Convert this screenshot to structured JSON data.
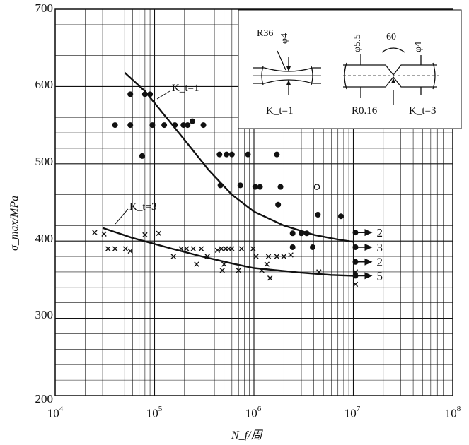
{
  "chart_data": {
    "type": "scatter",
    "xlabel": "N_f/周",
    "ylabel": "σ_max/MPa",
    "x_scale": "log",
    "xlim": [
      10000,
      100000000
    ],
    "ylim": [
      200,
      700
    ],
    "y_ticks": [
      "200",
      "300",
      "400",
      "500",
      "600",
      "700"
    ],
    "x_tick_exponents": [
      "4",
      "5",
      "6",
      "7",
      "8"
    ],
    "x_tick_base": "10",
    "grid": true,
    "series": [
      {
        "name": "Kt=1",
        "marker": "dot",
        "points": [
          [
            40000,
            550
          ],
          [
            57000,
            590
          ],
          [
            57000,
            550
          ],
          [
            75000,
            510
          ],
          [
            80000,
            590
          ],
          [
            90000,
            590
          ],
          [
            95000,
            550
          ],
          [
            125000,
            550
          ],
          [
            160000,
            550
          ],
          [
            195000,
            550
          ],
          [
            215000,
            550
          ],
          [
            240000,
            555
          ],
          [
            310000,
            550
          ],
          [
            450000,
            512
          ],
          [
            460000,
            472
          ],
          [
            530000,
            512
          ],
          [
            600000,
            512
          ],
          [
            730000,
            472
          ],
          [
            870000,
            512
          ],
          [
            1030000,
            470
          ],
          [
            1150000,
            470
          ],
          [
            1700000,
            512
          ],
          [
            1850000,
            470
          ],
          [
            1750000,
            447
          ],
          [
            2450000,
            392
          ],
          [
            2450000,
            410
          ],
          [
            3000000,
            410
          ],
          [
            3400000,
            410
          ],
          [
            3900000,
            392
          ],
          [
            4400000,
            434
          ],
          [
            7500000,
            432
          ]
        ]
      },
      {
        "name": "Kt=1 runout",
        "marker": "hollow",
        "points": [
          [
            4300000,
            470
          ]
        ]
      },
      {
        "name": "Kt=3",
        "marker": "cross",
        "points": [
          [
            25000,
            411
          ],
          [
            31000,
            409
          ],
          [
            34000,
            390
          ],
          [
            40000,
            390
          ],
          [
            51000,
            390
          ],
          [
            57000,
            387
          ],
          [
            80000,
            408
          ],
          [
            110000,
            410
          ],
          [
            155000,
            380
          ],
          [
            185000,
            390
          ],
          [
            210000,
            390
          ],
          [
            245000,
            390
          ],
          [
            265000,
            370
          ],
          [
            295000,
            390
          ],
          [
            340000,
            380
          ],
          [
            430000,
            388
          ],
          [
            470000,
            390
          ],
          [
            480000,
            362
          ],
          [
            500000,
            370
          ],
          [
            520000,
            390
          ],
          [
            560000,
            390
          ],
          [
            600000,
            390
          ],
          [
            700000,
            362
          ],
          [
            750000,
            390
          ],
          [
            980000,
            390
          ],
          [
            1050000,
            380
          ],
          [
            1200000,
            362
          ],
          [
            1350000,
            370
          ],
          [
            1400000,
            380
          ],
          [
            1450000,
            352
          ],
          [
            1700000,
            380
          ],
          [
            2000000,
            380
          ],
          [
            2350000,
            382
          ],
          [
            4500000,
            360
          ],
          [
            10500000,
            344
          ],
          [
            10500000,
            360
          ]
        ]
      },
      {
        "name": "Kt=1 curve",
        "marker": "line",
        "points": [
          [
            50000,
            618
          ],
          [
            80000,
            594
          ],
          [
            120000,
            566
          ],
          [
            200000,
            531
          ],
          [
            350000,
            492
          ],
          [
            600000,
            460
          ],
          [
            1000000,
            438
          ],
          [
            2000000,
            420
          ],
          [
            4000000,
            408
          ],
          [
            7000000,
            402
          ],
          [
            10000000,
            399
          ]
        ]
      },
      {
        "name": "Kt=3 curve",
        "marker": "line",
        "points": [
          [
            30000,
            417
          ],
          [
            60000,
            404
          ],
          [
            150000,
            390
          ],
          [
            300000,
            380
          ],
          [
            600000,
            371
          ],
          [
            1000000,
            365
          ],
          [
            3000000,
            359
          ],
          [
            6000000,
            356
          ],
          [
            10000000,
            355
          ]
        ]
      }
    ],
    "runouts": [
      {
        "y": 411,
        "label": "2"
      },
      {
        "y": 392,
        "label": "3"
      },
      {
        "y": 373,
        "label": "2"
      },
      {
        "y": 355,
        "label": "5"
      }
    ],
    "runout_x": 10500000,
    "annotations": {
      "kt1_curve": "K_t=1",
      "kt3_curve": "K_t=3",
      "specimen_left_radius": "R36",
      "specimen_left_dia": "φ4",
      "specimen_left_kt": "K_t=1",
      "specimen_right_dia_big": "φ5.5",
      "specimen_right_angle": "60",
      "specimen_right_dia_small": "φ4",
      "specimen_right_radius": "R0.16",
      "specimen_right_kt": "K_t=3"
    }
  }
}
